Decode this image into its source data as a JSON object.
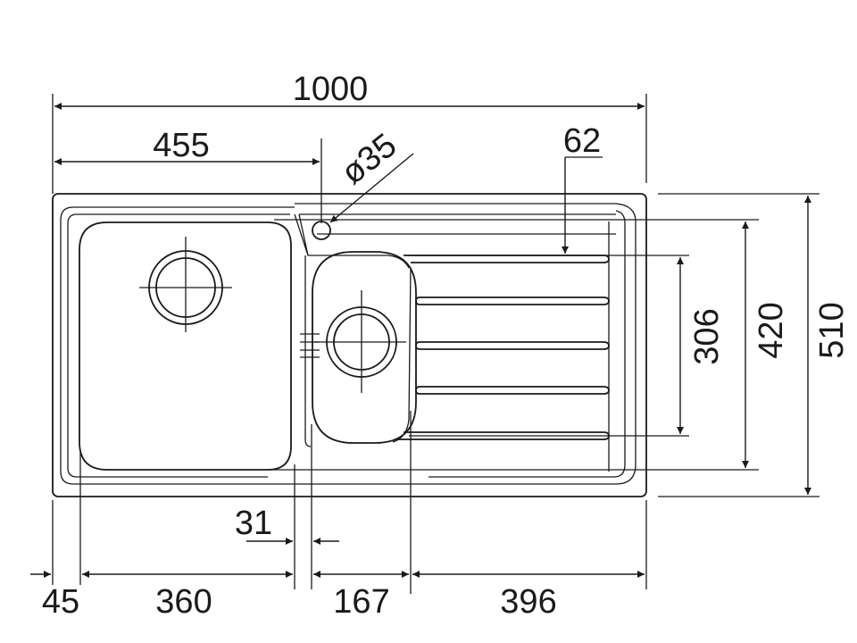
{
  "drawing": {
    "dimensions": {
      "overall_width": "1000",
      "main_bowl_offset": "455",
      "tap_hole_diameter": "ø35",
      "drainer_edge": "62",
      "drainer_height": "306",
      "bowl_depth": "420",
      "overall_depth": "510",
      "bowl_gap": "31",
      "left_margin": "45",
      "main_bowl_width": "360",
      "prep_bowl_width": "167",
      "drainer_width": "396"
    },
    "line_color": "#1a1a1a"
  }
}
